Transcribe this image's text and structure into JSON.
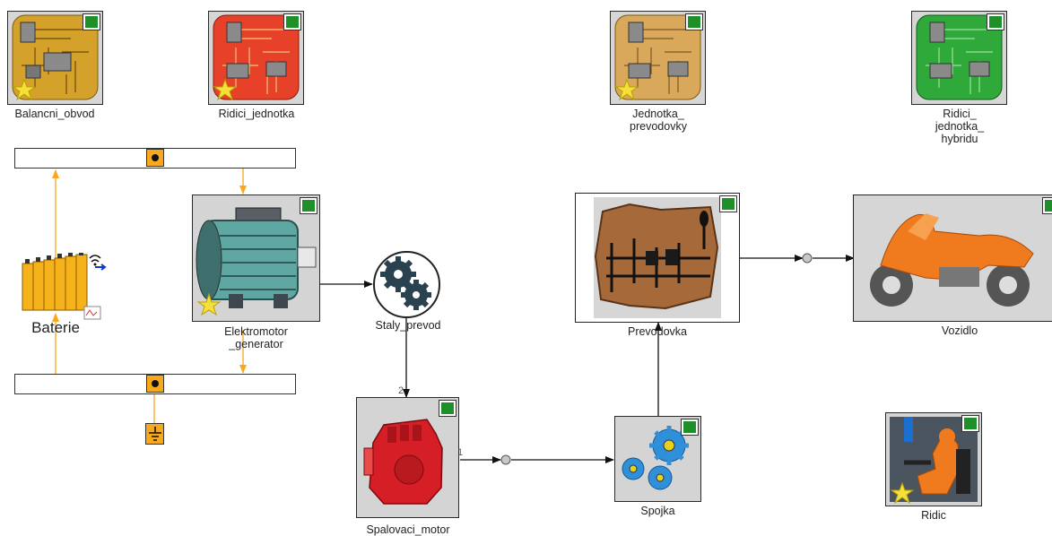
{
  "blocks": {
    "balancni_obvod": "Balancni_obvod",
    "ridici_jednotka": "Ridici_jednotka",
    "jednotka_prevodovky": "Jednotka_\nprevodovky",
    "ridici_jednotka_hybridu": "Ridici_\njednotka_\nhybridu",
    "baterie": "Baterie",
    "elektromotor": "Elektromotor\n_generator",
    "staly_prevod": "Staly_prevod",
    "prevodovka": "Prevodovka",
    "vozidlo": "Vozidlo",
    "spalovaci_motor": "Spalovaci_motor",
    "spojka": "Spojka",
    "ridic": "Ridic"
  },
  "port_numbers": {
    "in_2": "2",
    "out_1": "1"
  },
  "colors": {
    "electric_wire": "#f7a81b",
    "mech_wire": "#111111",
    "corner_arrow": "#1f8f2a",
    "star": "#f5e03a"
  },
  "icons": {
    "chip": "circuit-board-icon",
    "battery": "battery-icon",
    "motor": "electric-motor-icon",
    "gears": "gear-icon",
    "engine": "combustion-engine-icon",
    "gearbox": "gearbox-icon",
    "vehicle": "motorcycle-icon",
    "driver": "driver-icon",
    "ground": "ground-icon"
  }
}
